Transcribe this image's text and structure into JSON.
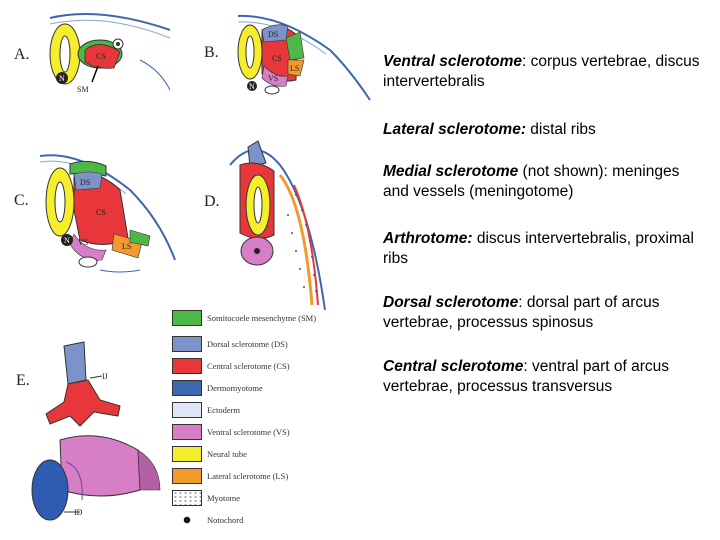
{
  "panels": {
    "a": {
      "letter": "A.",
      "labels": {
        "n": "N",
        "sm": "SM",
        "cs": "CS"
      }
    },
    "b": {
      "letter": "B.",
      "labels": {
        "ds": "DS",
        "n": "N",
        "cs": "CS",
        "ls": "LS",
        "vs": "VS"
      }
    },
    "c": {
      "letter": "C.",
      "labels": {
        "ds": "DS",
        "cs": "CS",
        "n": "N",
        "vs": "VS",
        "ls": "LS"
      }
    },
    "d": {
      "letter": "D."
    },
    "e": {
      "letter": "E.",
      "labels": {
        "ij": "IJ",
        "id": "ID"
      }
    }
  },
  "legend": {
    "items": [
      {
        "label": "Somitocoele mesenchyme (SM)",
        "color": "#4db848",
        "pattern": "none"
      },
      {
        "label": "Dorsal sclerotome (DS)",
        "color": "#7b93c9",
        "pattern": "none"
      },
      {
        "label": "Central sclerotome (CS)",
        "color": "#e8373a",
        "pattern": "none"
      },
      {
        "label": "Dermomyotome",
        "color": "#3f67b0",
        "pattern": "none"
      },
      {
        "label": "Ectoderm",
        "color": "#dfe6f5",
        "pattern": "none"
      },
      {
        "label": "Ventral sclerotome (VS)",
        "color": "#d67ec6",
        "pattern": "none"
      },
      {
        "label": "Neural tube",
        "color": "#f4ee2c",
        "pattern": "none"
      },
      {
        "label": "Lateral sclerotome (LS)",
        "color": "#f39a2f",
        "pattern": "none"
      },
      {
        "label": "Myotome",
        "color": "#ffffff",
        "pattern": "dots"
      },
      {
        "label": "Notochord",
        "color": "#ffffff",
        "pattern": "dot"
      }
    ]
  },
  "descriptions": [
    {
      "term": "Ventral sclerotome",
      "text": ": corpus vertebrae, discus intervertebralis"
    },
    {
      "term": "Lateral sclerotome:",
      "text": " distal ribs"
    },
    {
      "term": "Medial sclerotome",
      "text": " (not shown): meninges and vessels (meningotome)"
    },
    {
      "term": "Arthrotome:",
      "text": " discus intervertebralis, proximal ribs"
    },
    {
      "term": "Dorsal sclerotome",
      "text": ": dorsal part of arcus vertebrae, processus spinosus"
    },
    {
      "term": "Central sclerotome",
      "text": ": ventral part of arcus vertebrae, processus transversus"
    }
  ]
}
